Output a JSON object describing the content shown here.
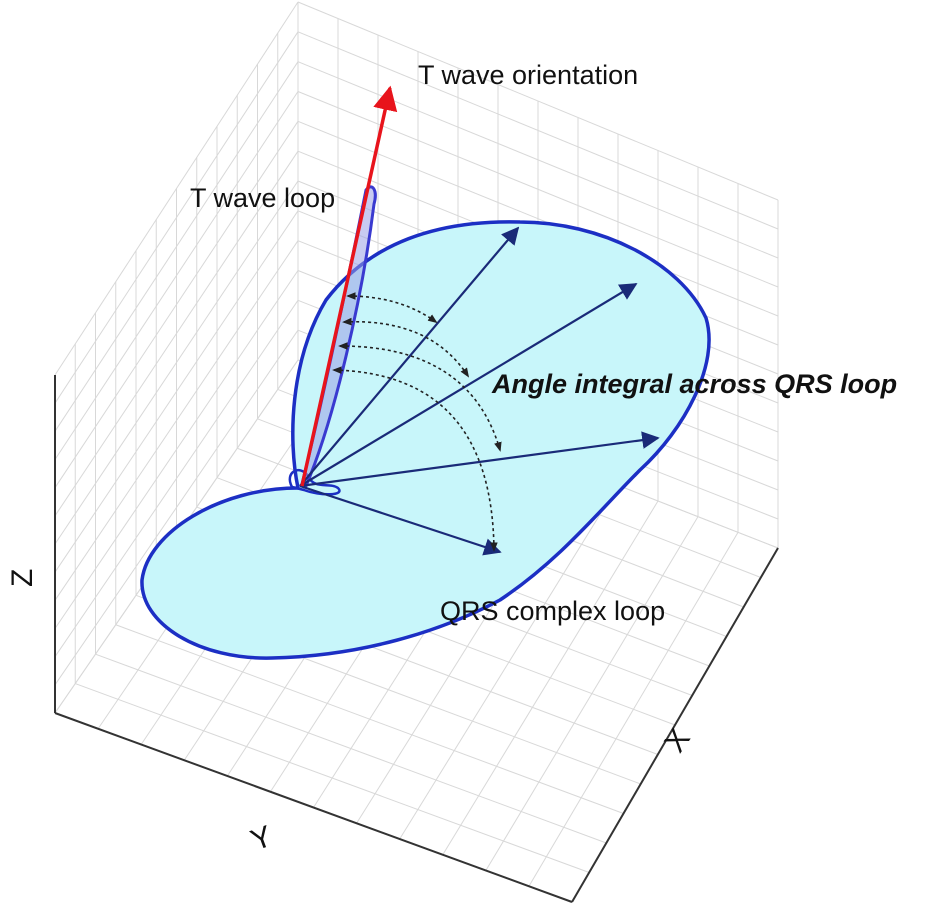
{
  "labels": {
    "t_orientation": "T wave orientation",
    "t_loop": "T wave loop",
    "angle_integral": "Angle integral across QRS loop",
    "qrs_loop": "QRS complex loop"
  },
  "axes": {
    "x": "X",
    "y": "Y",
    "z": "Z"
  },
  "colors": {
    "qrs_fill": "#c8f6fa",
    "qrs_stroke": "#1c2fc4",
    "vector": "#1a2a78",
    "t_orientation": "#e8141c",
    "t_loop": "#3a3ad0"
  }
}
